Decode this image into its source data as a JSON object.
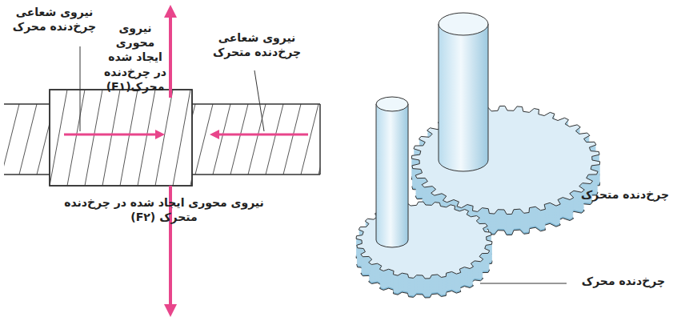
{
  "diagram": {
    "labels": [
      "نیروی شعاعی چرخ‌دنده محرک",
      "نیروی محوری ایجاد شده در چرخ‌دنده محرک(F۱)",
      "نیروی شعاعی چرخ‌دنده متحرک",
      "نیروی محوری ایجاد شده در چرخ‌دنده متحرک (F۲)",
      "چرخ‌دنده متحرک",
      "چرخ‌دنده محرک"
    ]
  }
}
